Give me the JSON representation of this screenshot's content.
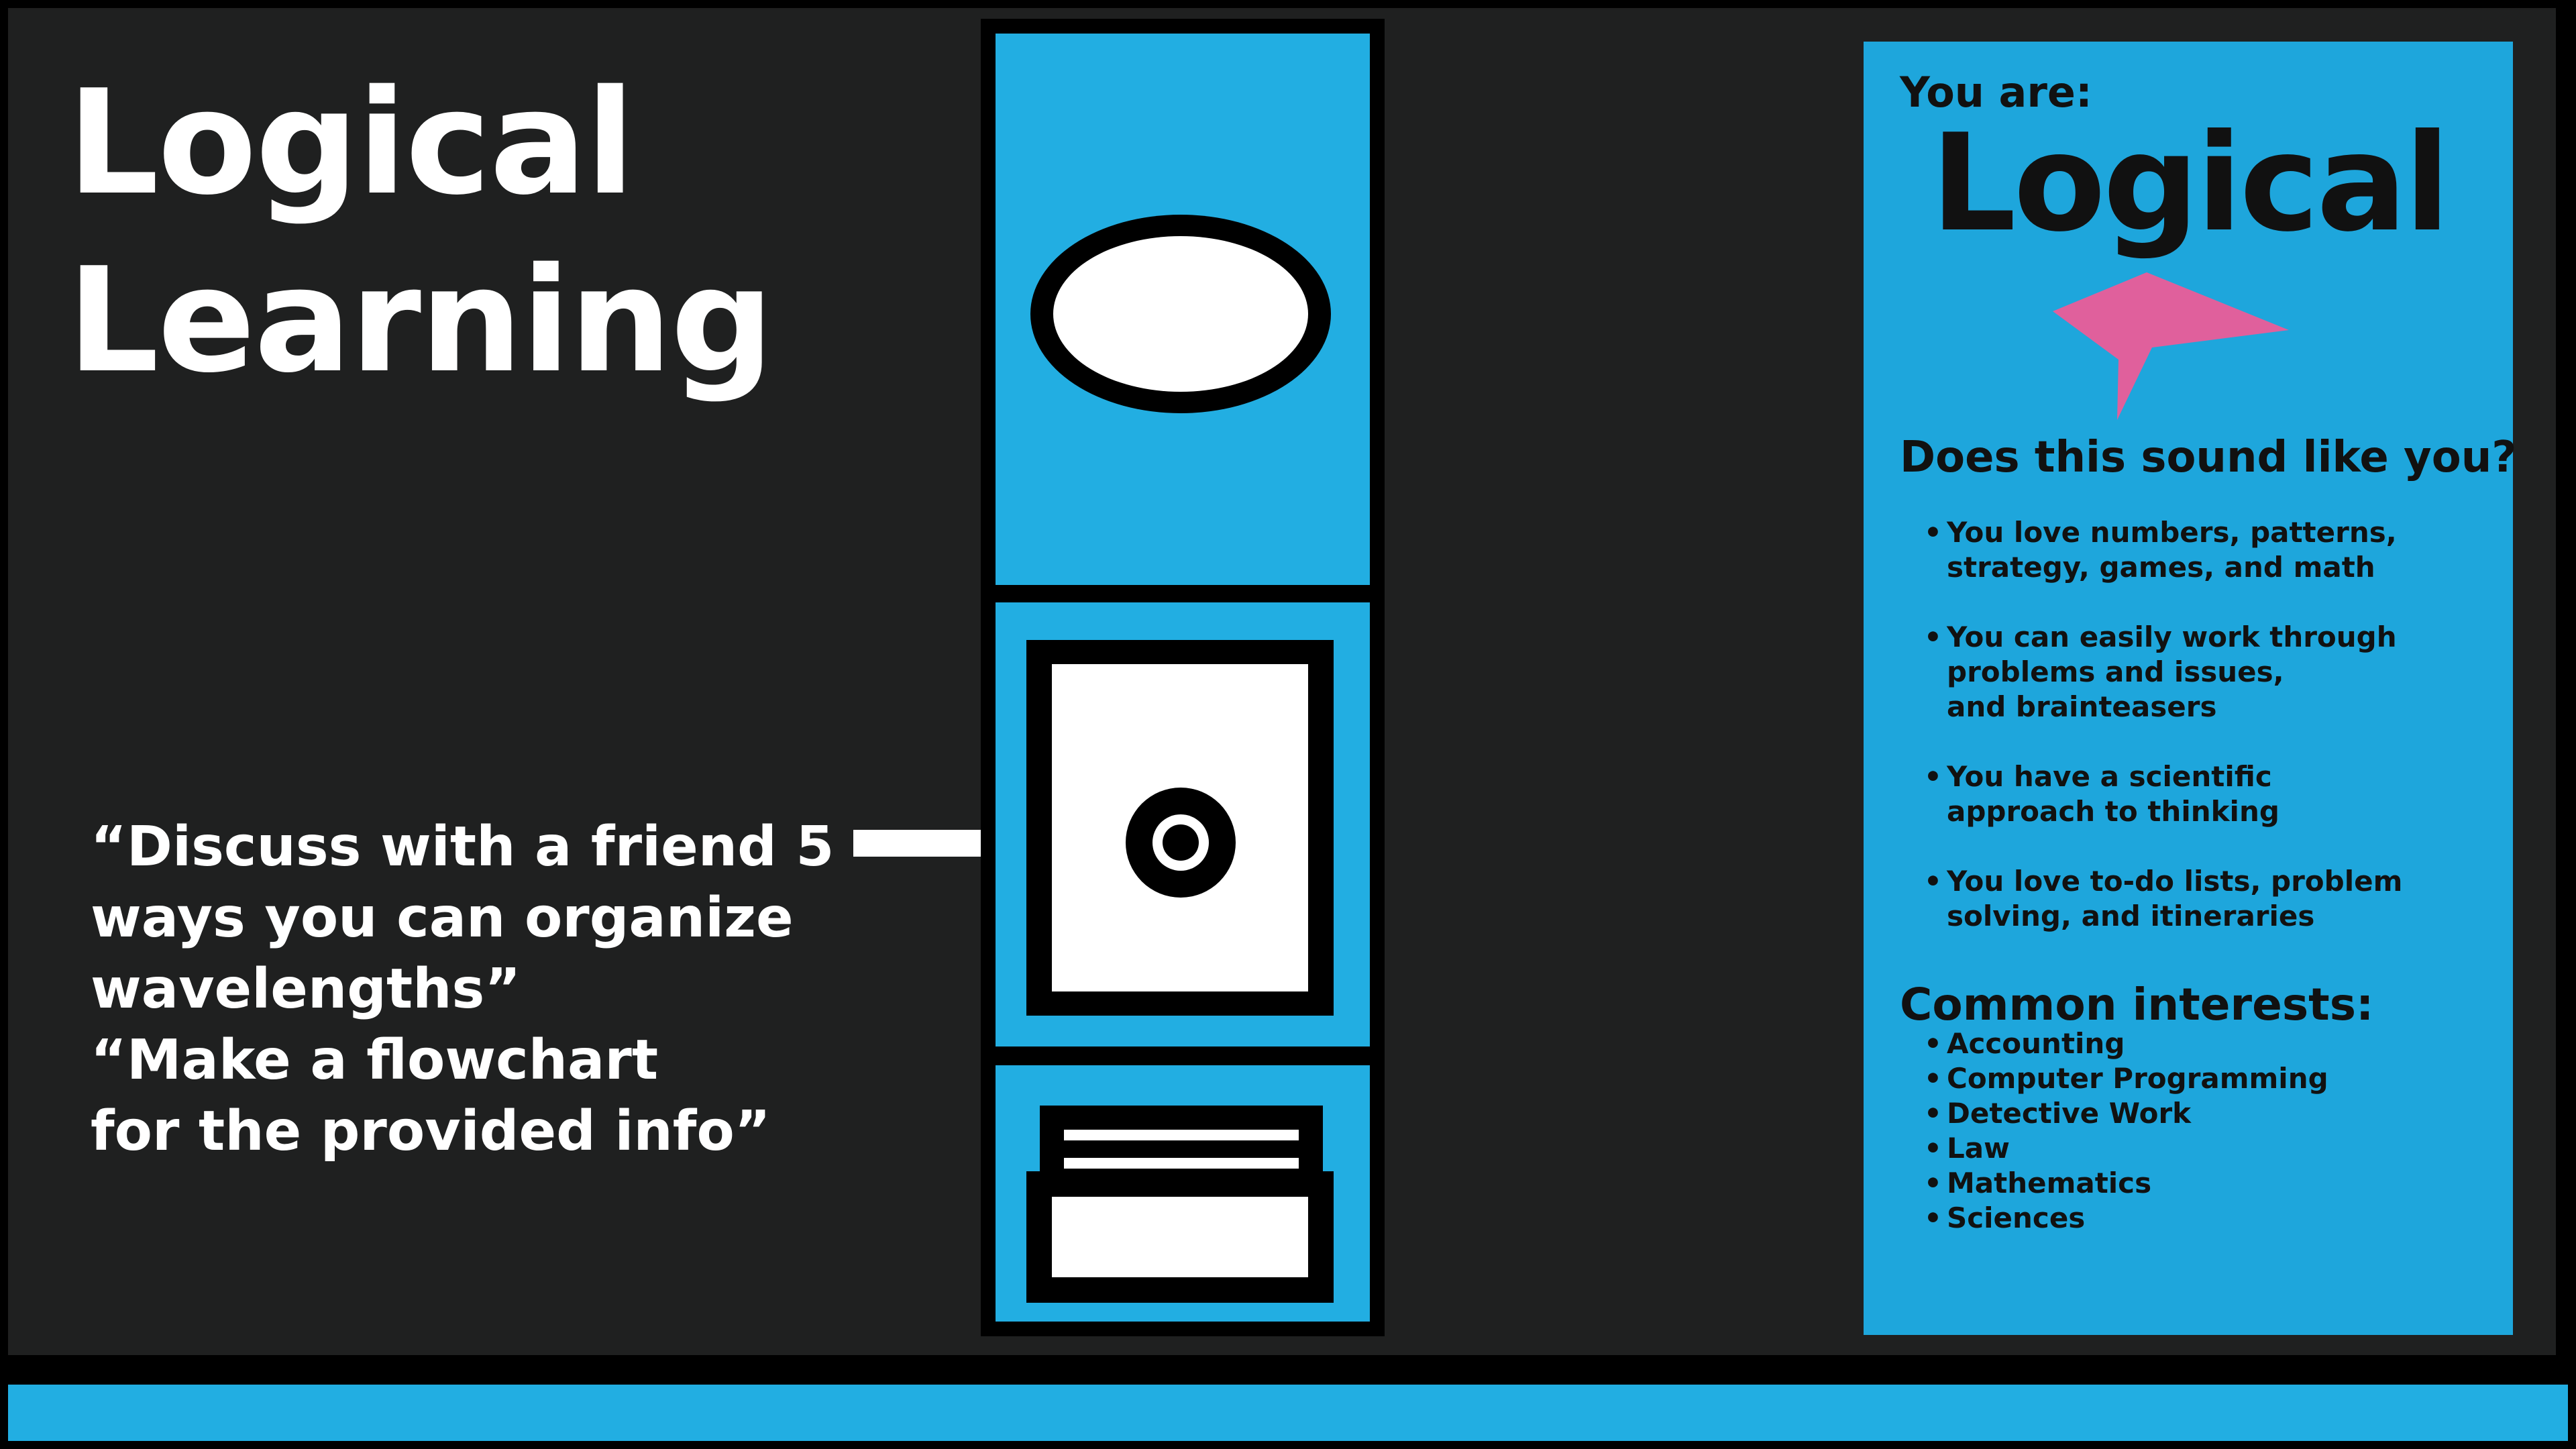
{
  "title": {
    "line1": "Logical",
    "line2": "Learning"
  },
  "activity": {
    "lines": [
      "“Discuss with a friend 5",
      "ways you can organize",
      "wavelengths”",
      "“Make a flowchart",
      "for the provided info”"
    ]
  },
  "card": {
    "you_are_label": "You are:",
    "type_label": "Logical",
    "question": "Does this sound like you?",
    "traits": [
      "You love numbers, patterns,\nstrategy, games, and math",
      "You can easily work through\nproblems and issues,\nand brainteasers",
      "You have a scientific\napproach to thinking",
      "You love to-do lists, problem\nsolving, and itineraries"
    ],
    "interests_heading": "Common interests:",
    "interests": [
      "Accounting",
      "Computer Programming",
      "Detective Work",
      "Law",
      "Mathematics",
      "Sciences"
    ]
  },
  "icons": {
    "pictogram": "card-file-icon",
    "oval": "oval-slot-icon",
    "ring": "ring-icon",
    "tray": "drawer-tray-icon",
    "speech_mark": "speech-bubble-icon"
  },
  "colors": {
    "background": "#1f2020",
    "frame": "#000000",
    "accent_blue": "#22aee2",
    "card_blue": "#1ea6dc",
    "pink": "#e0609c",
    "white": "#ffffff",
    "ink": "#111111"
  }
}
